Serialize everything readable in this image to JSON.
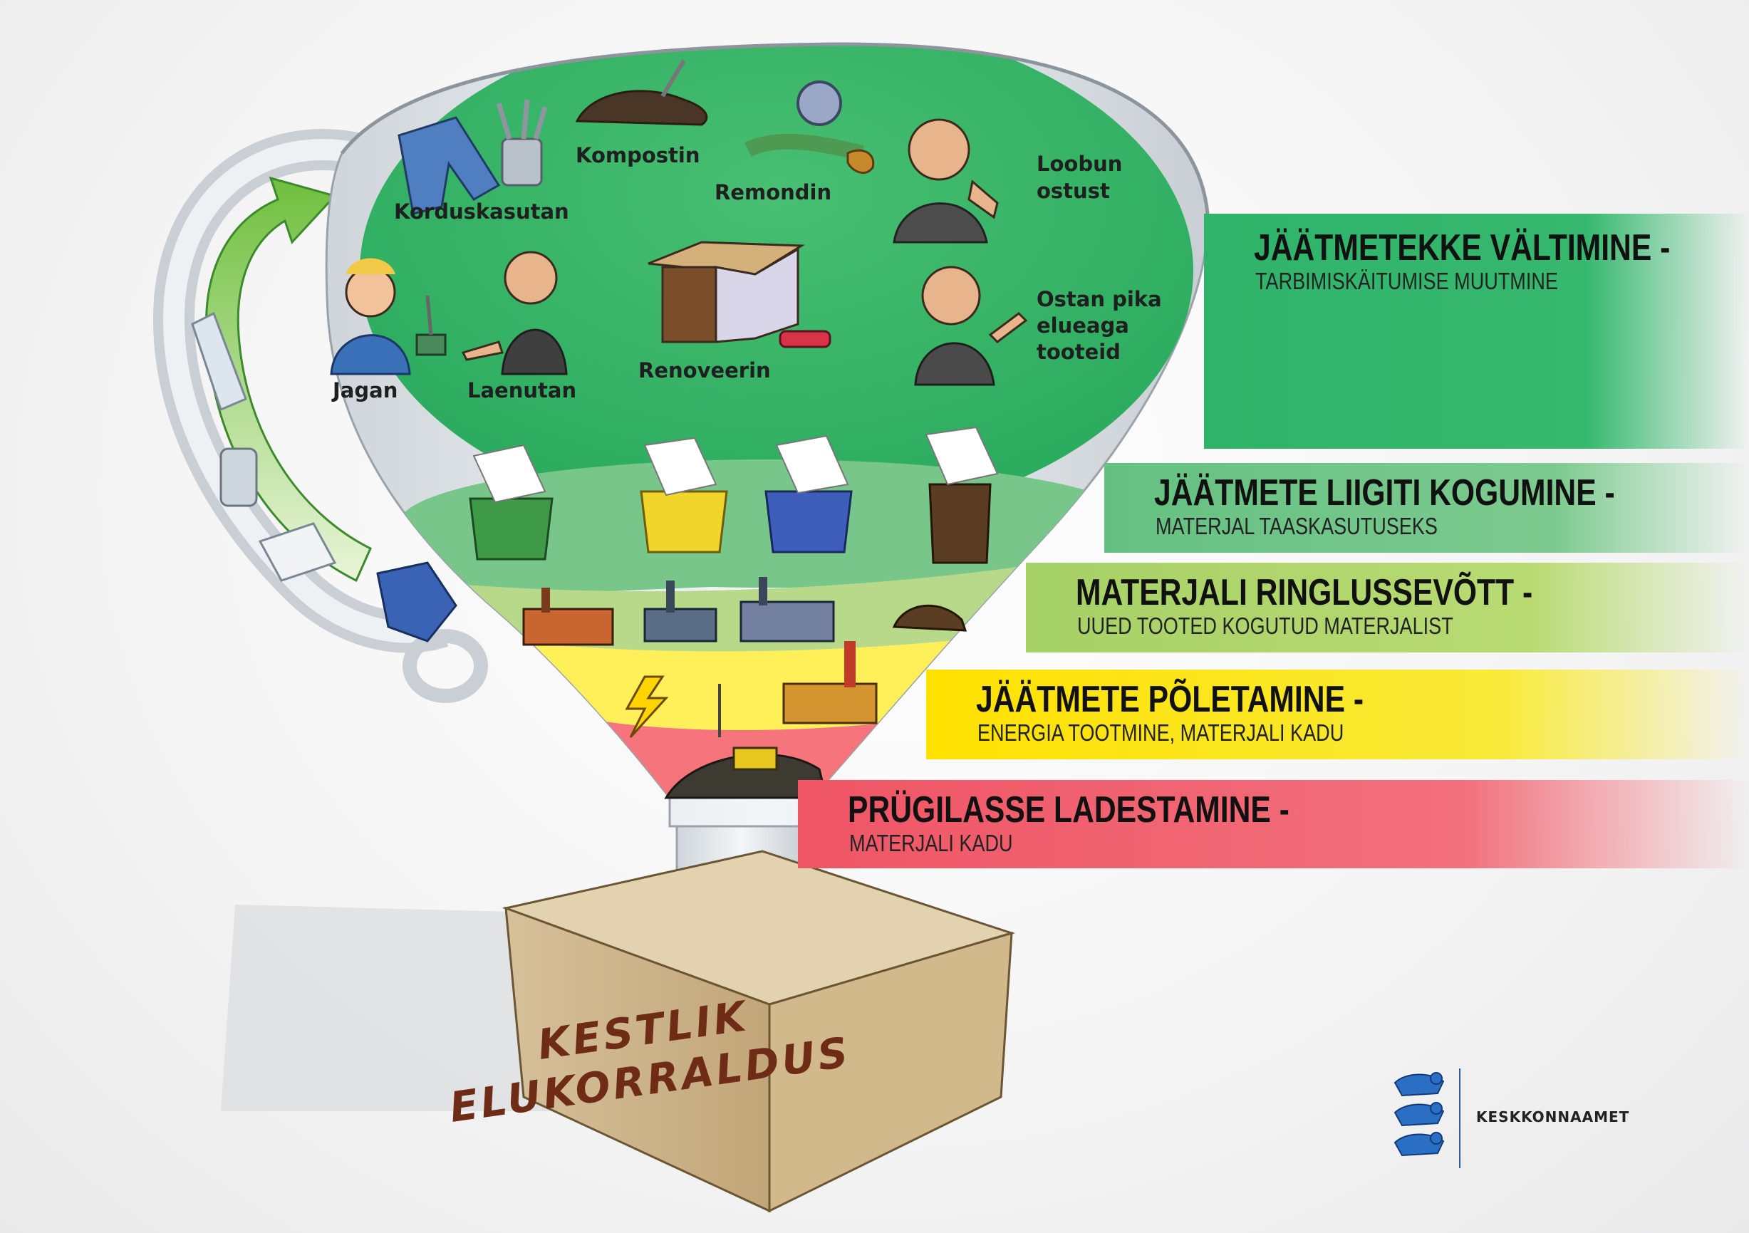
{
  "items": {
    "reuse": "Korduskasutan",
    "compost": "Kompostin",
    "repair": "Remondin",
    "refuse_1": "Loobun",
    "refuse_2": "ostust",
    "share": "Jagan",
    "lend": "Laenutan",
    "renovate": "Renoveerin",
    "longlife_1": "Ostan pika",
    "longlife_2": "elueaga",
    "longlife_3": "tooteid"
  },
  "levels": [
    {
      "title": "JÄÄTMETEKKE VÄLTIMINE -",
      "subtitle": "TARBIMISKÄITUMISE MUUTMINE",
      "color": "#2fb36a"
    },
    {
      "title": "JÄÄTMETE LIIGITI KOGUMINE -",
      "subtitle": "MATERJAL TAASKASUTUSEKS",
      "color": "#64c081"
    },
    {
      "title": "MATERJALI RINGLUSSEVÕTT -",
      "subtitle": "UUED TOOTED KOGUTUD MATERJALIST",
      "color": "#a6d166"
    },
    {
      "title": "JÄÄTMETE PÕLETAMINE -",
      "subtitle": "ENERGIA TOOTMINE, MATERJALI KADU",
      "color": "#ffe100"
    },
    {
      "title": "PRÜGILASSE LADESTAMINE -",
      "subtitle": "MATERJALI KADU",
      "color": "#ef5565"
    }
  ],
  "pedestal": {
    "line1": "KESTLIK",
    "line2": "ELUKORRALDUS"
  },
  "logo": {
    "name": "KESKKONNAAMET"
  }
}
